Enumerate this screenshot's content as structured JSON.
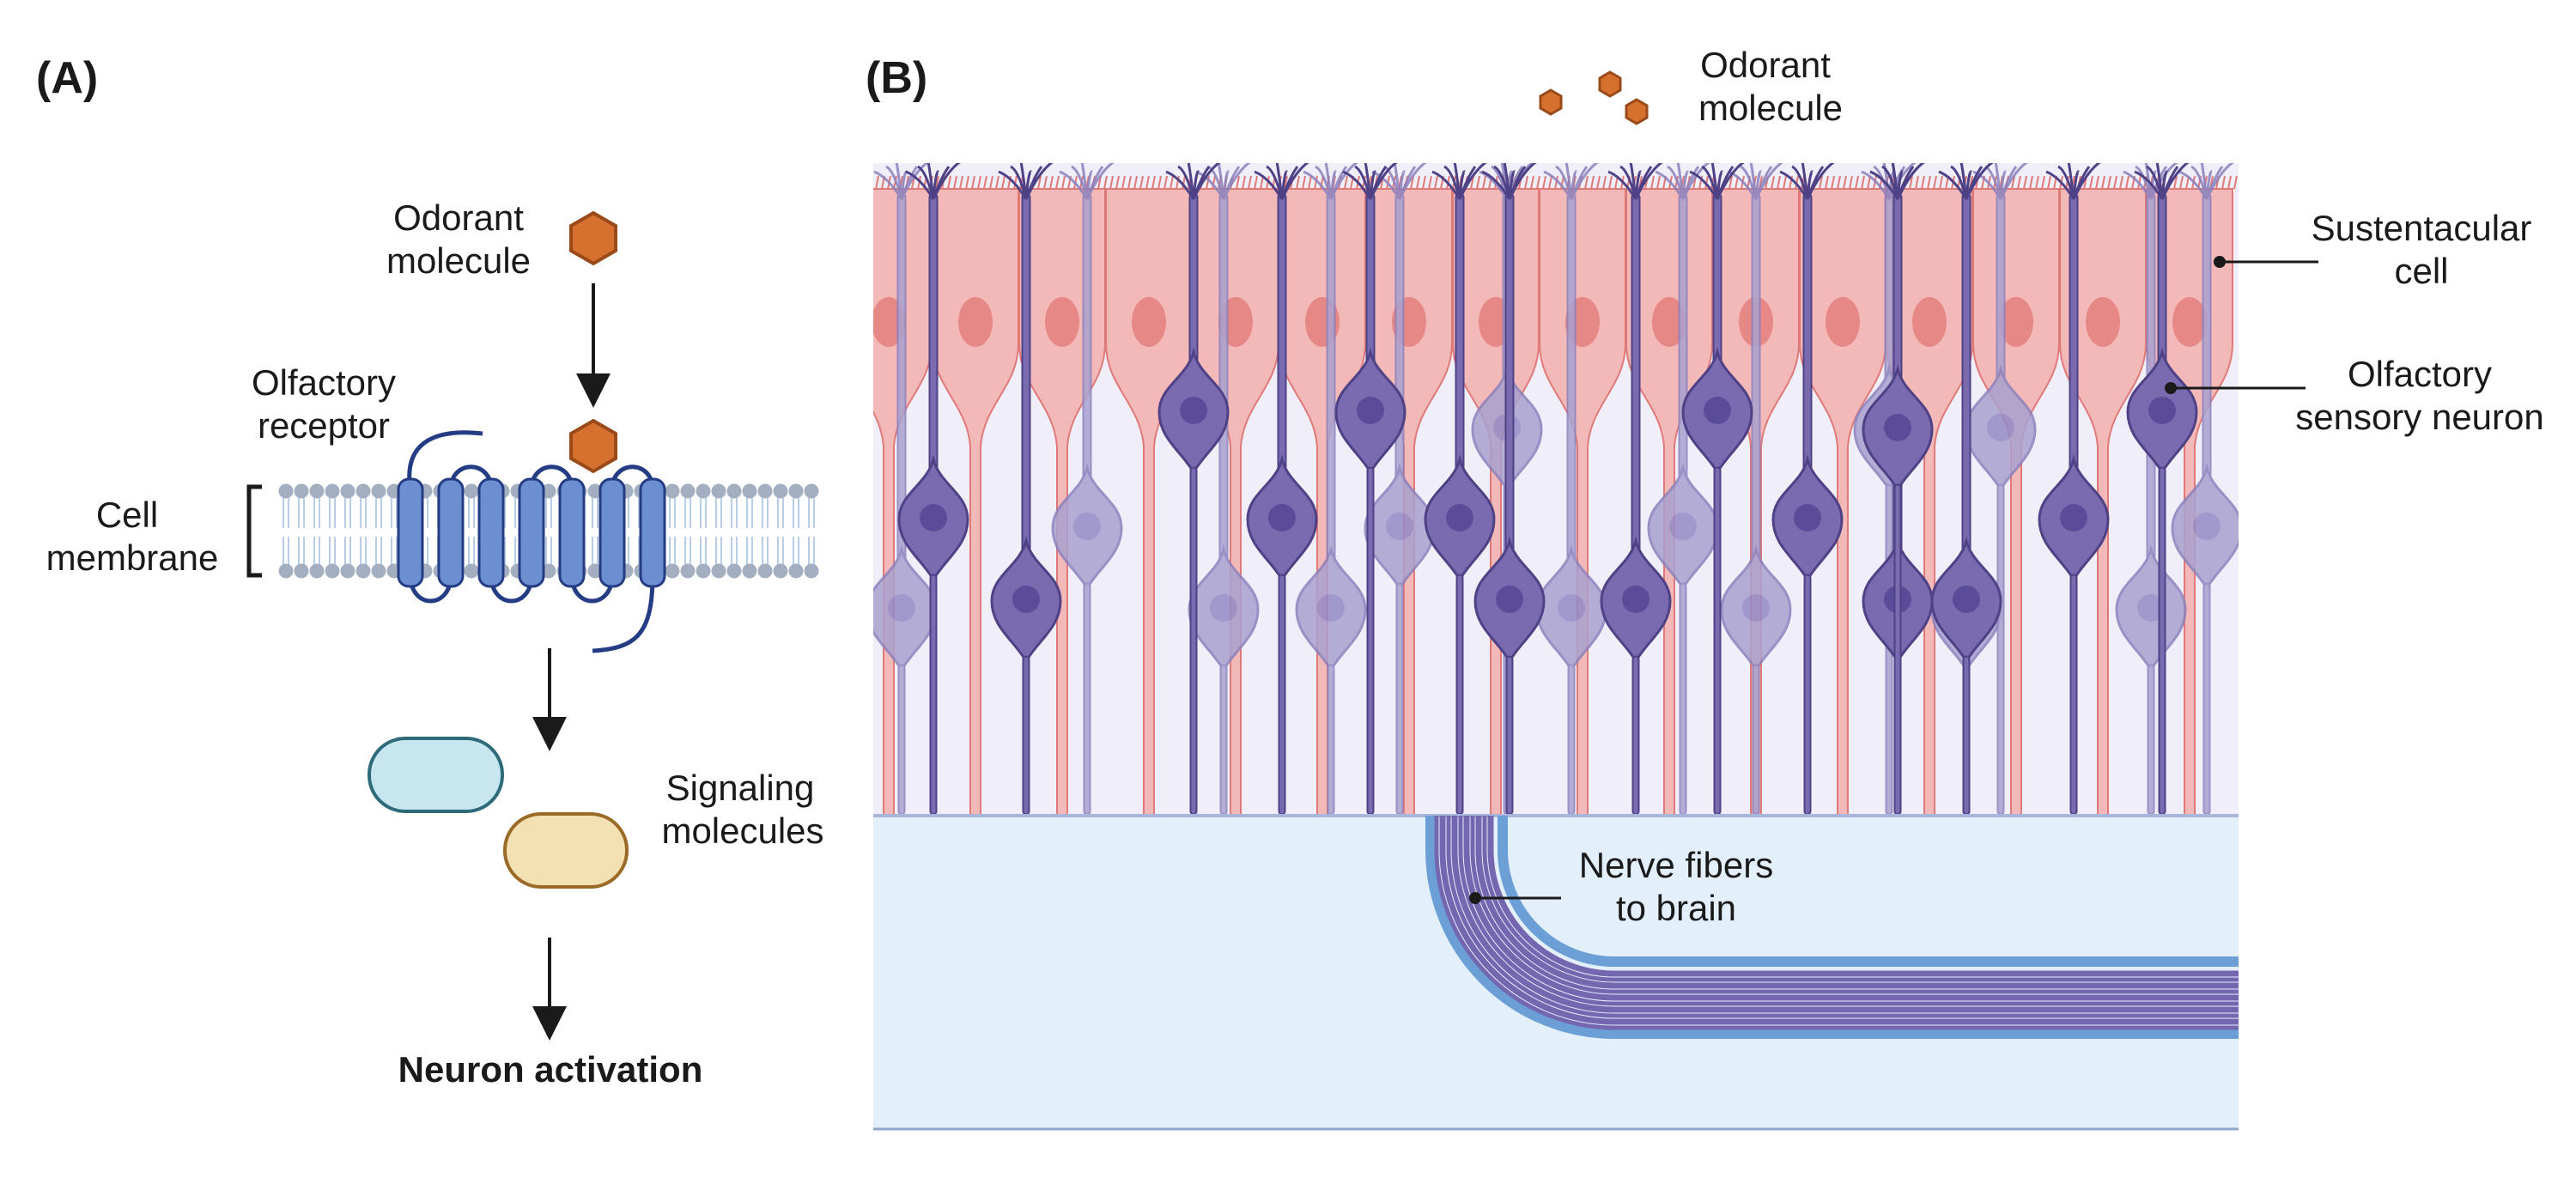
{
  "panels": {
    "a": {
      "label": "(A)",
      "odorant_label": [
        "Odorant",
        "molecule"
      ],
      "receptor_label": [
        "Olfactory",
        "receptor"
      ],
      "membrane_label": [
        "Cell",
        "membrane"
      ],
      "signaling_label": [
        "Signaling",
        "molecules"
      ],
      "activation_label": "Neuron activation"
    },
    "b": {
      "label": "(B)",
      "odorant_label": [
        "Odorant",
        "molecule"
      ],
      "sustentacular_label": [
        "Sustentacular",
        "cell"
      ],
      "neuron_label": [
        "Olfactory",
        "sensory neuron"
      ],
      "fibers_label": [
        "Nerve fibers",
        "to brain"
      ]
    }
  },
  "colors": {
    "odorant": "#d5702e",
    "odorant_stroke": "#9a4a18",
    "receptor": "#6b8fd0",
    "receptor_stroke": "#243c84",
    "membrane_head": "#a3aec1",
    "membrane_tail": "#b9cde6",
    "signal_blue": "#c8e6f0",
    "signal_blue_stroke": "#2d6a7a",
    "signal_yellow": "#f3e1b3",
    "signal_yellow_stroke": "#9a6a26",
    "sustentacular": "#f2b9b8",
    "sustentacular_nucleus": "#e68886",
    "neuron": "#7a6bb0",
    "neuron_stroke": "#4e4186",
    "neuron_nucleus": "#5a4c98",
    "neuron_faded": "#a9a1cf",
    "tissue_bg": "#f0eef8",
    "lamina": "#e4effc",
    "fiber_outer": "#6b9fd6",
    "fiber": "#7566b0"
  }
}
